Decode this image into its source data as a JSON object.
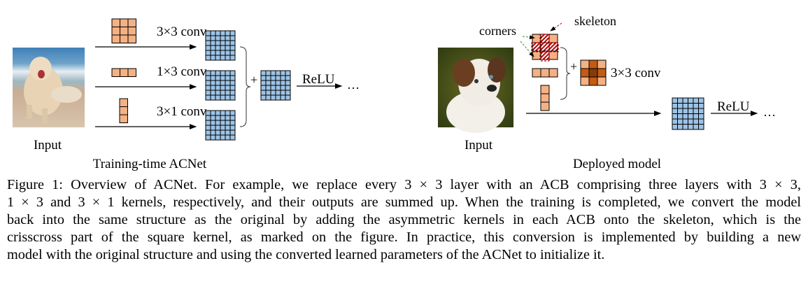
{
  "left_panel": {
    "input_label": "Input",
    "branches": [
      "3×3 conv",
      "1×3 conv",
      "3×1 conv"
    ],
    "plus": "+",
    "relu": "ReLU",
    "ellipsis": "…",
    "title": "Training-time ACNet"
  },
  "right_panel": {
    "input_label": "Input",
    "corners_label": "corners",
    "skeleton_label": "skeleton",
    "plus": "+",
    "conv_label": "3×3 conv",
    "relu": "ReLU",
    "ellipsis": "…",
    "title": "Deployed model"
  },
  "colors": {
    "kernel": "#f4b183",
    "kernel_dark": "#c55a11",
    "kernel_center": "#843c0c",
    "feature": "#9dc3e6",
    "skeleton": "#c00000",
    "corners": "#548235"
  },
  "caption": [
    "Figure 1: Overview of ACNet. For example, we replace every 3 × 3 layer with an ACB comprising three layers with 3 × 3,",
    "1 × 3 and 3 × 1 kernels, respectively, and their outputs are summed up. When the training is completed, we convert the model",
    "back into the same structure as the original by adding the asymmetric kernels in each ACB onto the skeleton, which is the",
    "crisscross part of the square kernel, as marked on the figure. In practice, this conversion is implemented by building a new",
    "model with the original structure and using the converted learned parameters of the ACNet to initialize it."
  ]
}
